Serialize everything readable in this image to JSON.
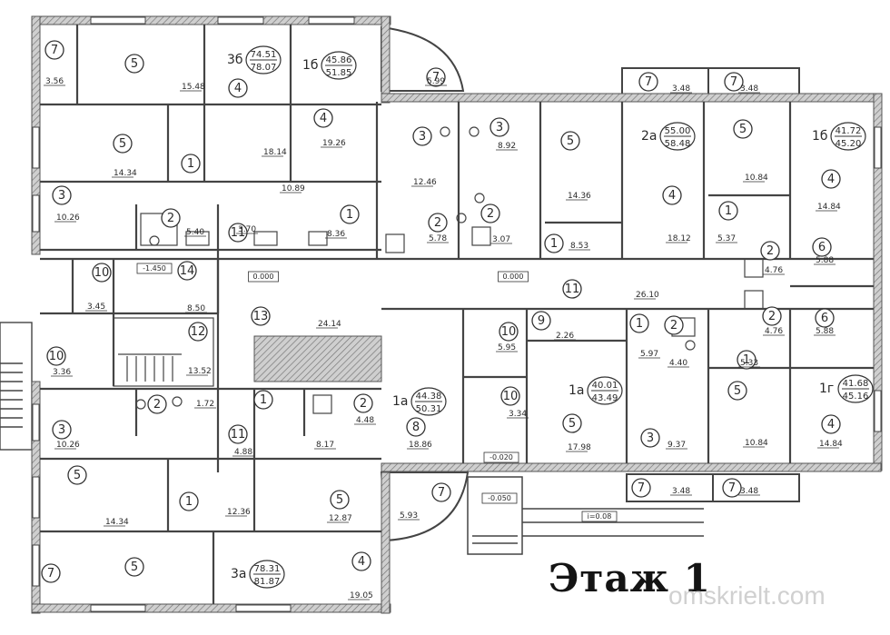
{
  "title": "Этаж 1",
  "watermark": "omskrielt.com",
  "colors": {
    "wall": "#555555",
    "hatch": "#9a9a9a",
    "ink": "#222222",
    "paper": "#ffffff"
  },
  "rooms": [
    {
      "num": "7",
      "area": "3.56"
    },
    {
      "num": "5",
      "area": "15.48"
    },
    {
      "num": "4",
      "area": ""
    },
    {
      "num": "4",
      "area": "19.26"
    },
    {
      "num": "7",
      "area": "5.99"
    },
    {
      "num": "5",
      "area": "14.34"
    },
    {
      "num": "1",
      "area": ""
    },
    {
      "num": "",
      "area": "18.14"
    },
    {
      "num": "",
      "area": "10.89"
    },
    {
      "num": "3",
      "area": "10.26"
    },
    {
      "num": "2",
      "area": "5.40"
    },
    {
      "num": "11",
      "area": "3.70"
    },
    {
      "num": "1",
      "area": "8.36"
    },
    {
      "num": "3",
      "area": "12.46"
    },
    {
      "num": "3",
      "area": "8.92"
    },
    {
      "num": "2",
      "area": "5.78"
    },
    {
      "num": "2",
      "area": "3.07"
    },
    {
      "num": "5",
      "area": "14.36"
    },
    {
      "num": "1",
      "area": "8.53"
    },
    {
      "num": "4",
      "area": "18.12"
    },
    {
      "num": "5",
      "area": "10.84"
    },
    {
      "num": "1",
      "area": "5.37"
    },
    {
      "num": "4",
      "area": "14.84"
    },
    {
      "num": "2",
      "area": "4.76"
    },
    {
      "num": "6",
      "area": "5.88"
    },
    {
      "num": "7",
      "area": "3.48"
    },
    {
      "num": "7",
      "area": "3.48"
    },
    {
      "num": "10",
      "area": "3.45"
    },
    {
      "num": "14",
      "area": "8.50"
    },
    {
      "num": "13",
      "area": "24.14"
    },
    {
      "num": "11",
      "area": "26.10"
    },
    {
      "num": "2",
      "area": "4.76"
    },
    {
      "num": "6",
      "area": "5.88"
    },
    {
      "num": "10",
      "area": "3.36"
    },
    {
      "num": "12",
      "area": "13.52"
    },
    {
      "num": "10",
      "area": "5.95"
    },
    {
      "num": "9",
      "area": "2.26"
    },
    {
      "num": "1",
      "area": "5.97"
    },
    {
      "num": "2",
      "area": "4.40"
    },
    {
      "num": "1",
      "area": "5.33"
    },
    {
      "num": "2",
      "area": "1.72"
    },
    {
      "num": "1",
      "area": "4.48"
    },
    {
      "num": "2",
      "area": "4.48"
    },
    {
      "num": "8",
      "area": "18.86"
    },
    {
      "num": "10",
      "area": "3.34"
    },
    {
      "num": "5",
      "area": "17.98"
    },
    {
      "num": "3",
      "area": "9.37"
    },
    {
      "num": "5",
      "area": "10.84"
    },
    {
      "num": "4",
      "area": "14.84"
    },
    {
      "num": "3",
      "area": "10.26"
    },
    {
      "num": "11",
      "area": "4.88"
    },
    {
      "num": "",
      "area": "8.17"
    },
    {
      "num": "5",
      "area": "14.34"
    },
    {
      "num": "1",
      "area": "12.36"
    },
    {
      "num": "5",
      "area": "12.87"
    },
    {
      "num": "7",
      "area": "5.93"
    },
    {
      "num": "7",
      "area": "3.48"
    },
    {
      "num": "7",
      "area": "3.48"
    },
    {
      "num": "7",
      "area": ""
    },
    {
      "num": "5",
      "area": ""
    },
    {
      "num": "4",
      "area": "19.05"
    }
  ],
  "apartments": [
    {
      "label": "3б",
      "total": "74.51",
      "gross": "78.07"
    },
    {
      "label": "1б",
      "total": "45.86",
      "gross": "51.85"
    },
    {
      "label": "2а",
      "total": "55.00",
      "gross": "58.48"
    },
    {
      "label": "1б",
      "total": "41.72",
      "gross": "45.20"
    },
    {
      "label": "1а",
      "total": "44.38",
      "gross": "50.31"
    },
    {
      "label": "1а",
      "total": "40.01",
      "gross": "43.49"
    },
    {
      "label": "1г",
      "total": "41.68",
      "gross": "45.16"
    },
    {
      "label": "3а",
      "total": "78.31",
      "gross": "81.87"
    }
  ],
  "levels": [
    "-1.450",
    "0.000",
    "0.000",
    "-0.020",
    "-0.050",
    "i=0.08"
  ]
}
